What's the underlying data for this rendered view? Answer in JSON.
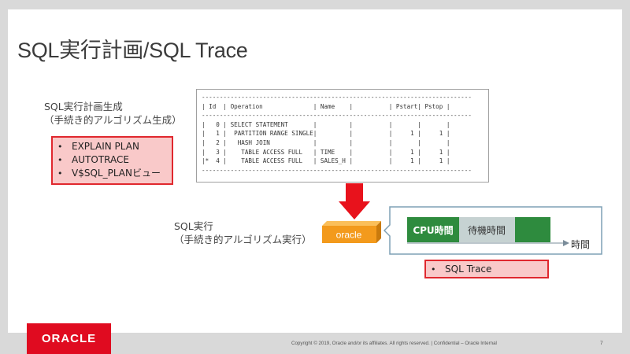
{
  "slide": {
    "title": "SQL実行計画/SQL Trace",
    "left_label_line1": "SQL実行計画生成",
    "left_label_line2": "（手続き的アルゴリズム生成）",
    "tools": [
      "EXPLAIN PLAN",
      "AUTOTRACE",
      "V$SQL_PLANビュー"
    ],
    "plan_lines": [
      "---------------------------------------------------------------------------",
      "| Id  | Operation              | Name    |          | Pstart| Pstop |",
      "---------------------------------------------------------------------------",
      "|   0 | SELECT STATEMENT       |         |          |       |       |",
      "|   1 |  PARTITION RANGE SINGLE|         |          |     1 |     1 |",
      "|   2 |   HASH JOIN            |         |          |       |       |",
      "|   3 |    TABLE ACCESS FULL   | TIME    |          |     1 |     1 |",
      "|*  4 |    TABLE ACCESS FULL   | SALES_H |          |     1 |     1 |",
      "---------------------------------------------------------------------------"
    ],
    "exec_label_line1": "SQL実行",
    "exec_label_line2": "（手続き的アルゴリズム実行）",
    "db_label": "oracle",
    "timeline": {
      "cpu_label": "CPU時間",
      "wait_label": "待機時間",
      "axis_label": "時間"
    },
    "trace_item": "SQL Trace",
    "colors": {
      "accent_red": "#e00b20",
      "cpu_green": "#2e8b3e",
      "wait_gray": "#c6d2d2",
      "db_orange": "#f39a1c"
    }
  },
  "footer": {
    "logo": "ORACLE",
    "copyright": "Copyright © 2019, Oracle and/or its affiliates. All rights reserved.  |  Confidential – Oracle Internal",
    "page": "7"
  }
}
